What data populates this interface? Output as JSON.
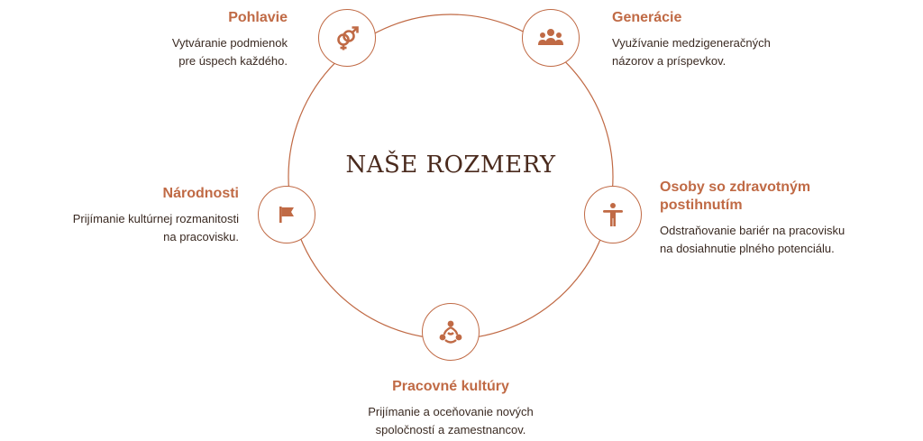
{
  "title": "NAŠE ROZMERY",
  "colors": {
    "accent": "#c06a45",
    "text": "#3a2a22",
    "title": "#4a2a1d"
  },
  "items": [
    {
      "id": "pohlavie",
      "icon": "gender-icon",
      "heading": "Pohlavie",
      "desc": "Vytváranie podmienok\npre úspech každého."
    },
    {
      "id": "generacie",
      "icon": "people-group-icon",
      "heading": "Generácie",
      "desc": "Využívanie medzigeneračných\nnázorov a príspevkov."
    },
    {
      "id": "narodnosti",
      "icon": "flag-icon",
      "heading": "Národnosti",
      "desc": "Prijímanie kultúrnej rozmanitosti\nna pracovisku."
    },
    {
      "id": "osoby",
      "icon": "accessibility-person-icon",
      "heading": "Osoby so zdravotným\npostihnutím",
      "desc": "Odstraňovanie bariér na pracovisku\nna dosiahnutie plného potenciálu."
    },
    {
      "id": "kultury",
      "icon": "connected-people-icon",
      "heading": "Pracovné kultúry",
      "desc": "Prijímanie a oceňovanie nových\nspoločností a zamestnancov."
    }
  ]
}
